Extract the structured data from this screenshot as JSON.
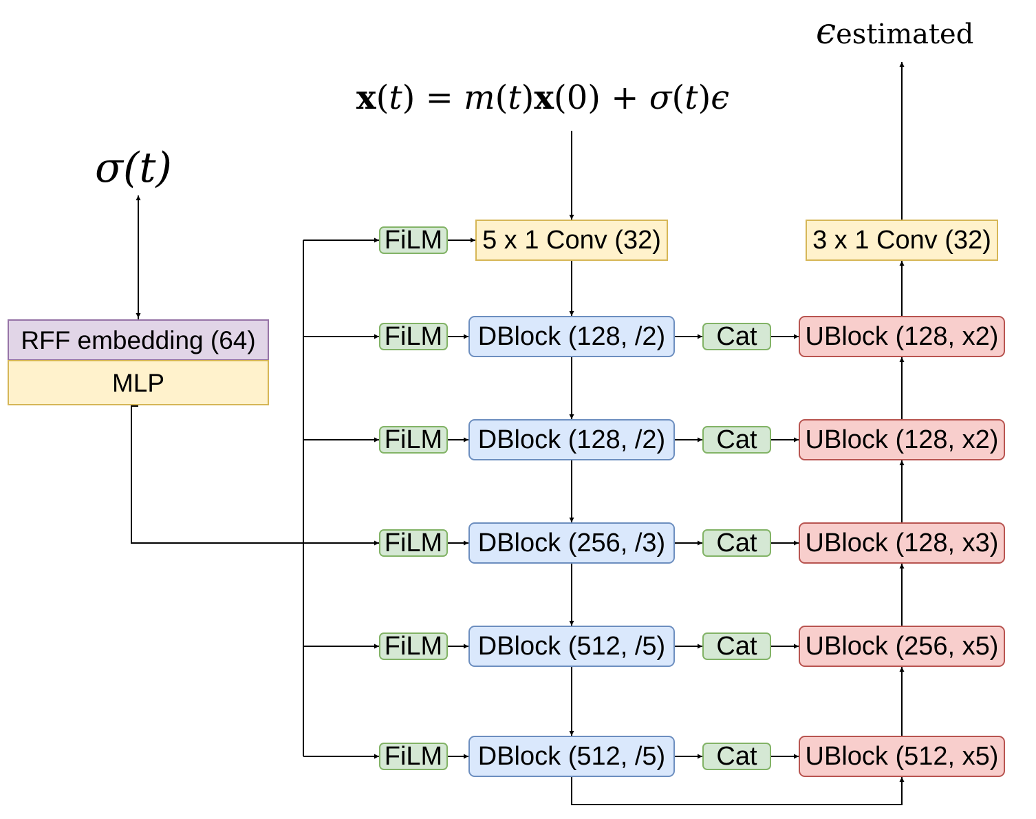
{
  "labels": {
    "sigma": "σ(t)",
    "eps_sym": "ϵ",
    "eps_sub": "estimated",
    "input_eq": {
      "x1": "x",
      "p1": "(",
      "t1": "t",
      "p2": ")",
      "eq": " = ",
      "m": "m",
      "p3": "(",
      "t2": "t",
      "p4": ")",
      "x2": "x",
      "p5": "(0)",
      "plus": " + ",
      "s": "σ",
      "p6": "(",
      "t3": "t",
      "p7": ")",
      "e": "ϵ"
    },
    "rff": "RFF embedding (64)",
    "mlp": "MLP",
    "conv_in": "5 x 1 Conv (32)",
    "conv_out": "3 x 1 Conv (32)",
    "film": [
      "FiLM",
      "FiLM",
      "FiLM",
      "FiLM",
      "FiLM",
      "FiLM"
    ],
    "dblocks": [
      "DBlock (128, /2)",
      "DBlock (128, /2)",
      "DBlock (256, /3)",
      "DBlock (512, /5)",
      "DBlock (512, /5)"
    ],
    "cats": [
      "Cat",
      "Cat",
      "Cat",
      "Cat",
      "Cat"
    ],
    "ublocks": [
      "UBlock (128, x2)",
      "UBlock (128, x2)",
      "UBlock (128, x3)",
      "UBlock (256, x5)",
      "UBlock (512, x5)"
    ]
  },
  "colors": {
    "film_fill": "#d5e8d4",
    "film_stroke": "#82b366",
    "conv_fill": "#fff2cc",
    "conv_stroke": "#d6b656",
    "dblock_fill": "#dae8fc",
    "dblock_stroke": "#6c8ebf",
    "ublock_fill": "#f8cecc",
    "ublock_stroke": "#b85450",
    "rff_fill": "#e1d5e7",
    "rff_stroke": "#9673a6"
  }
}
